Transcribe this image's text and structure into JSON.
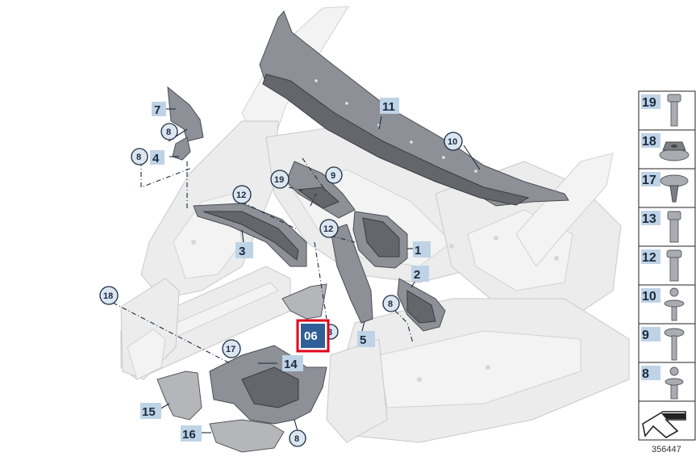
{
  "callouts": {
    "c1": "1",
    "c2": "2",
    "c3": "3",
    "c4": "4",
    "c5": "5",
    "c7": "7",
    "c8a": "8",
    "c8b": "8",
    "c8c": "8",
    "c8d": "8",
    "c9": "9",
    "c10": "10",
    "c11": "11",
    "c12a": "12",
    "c12b": "12",
    "c14": "14",
    "c15": "15",
    "c16": "16",
    "c17": "17",
    "c18": "18",
    "c19": "19",
    "c3b": "3"
  },
  "highlight": {
    "label": "06"
  },
  "fasteners": [
    "19",
    "18",
    "17",
    "13",
    "12",
    "10",
    "9",
    "8"
  ],
  "ref_number": "356447"
}
